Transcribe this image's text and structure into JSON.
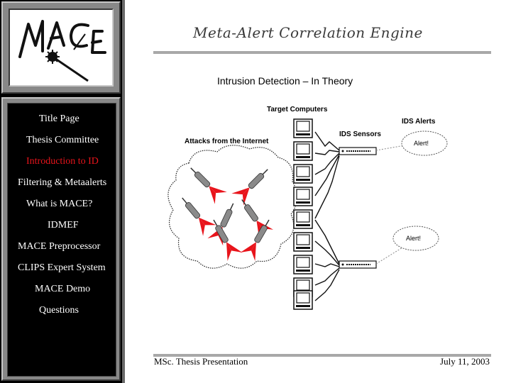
{
  "header": {
    "logo_text": "MACE",
    "title": "Meta-Alert Correlation Engine"
  },
  "slide": {
    "title": "Intrusion Detection – In Theory"
  },
  "sidebar": {
    "items": [
      {
        "label": "Title Page"
      },
      {
        "label": "Thesis Committee"
      },
      {
        "label": "Introduction to ID",
        "active": true
      },
      {
        "label": "Filtering & Metaalerts"
      },
      {
        "label": "What is MACE?"
      },
      {
        "label": "IDMEF"
      },
      {
        "label": "MACE Preprocessor"
      },
      {
        "label": "CLIPS Expert System"
      },
      {
        "label": "MACE Demo"
      },
      {
        "label": "Questions"
      }
    ]
  },
  "diagram": {
    "labels": {
      "target_computers": "Target Computers",
      "ids_alerts": "IDS Alerts",
      "ids_sensors": "IDS Sensors",
      "attacks": "Attacks from the Internet"
    },
    "alerts": [
      "Alert!",
      "Alert!"
    ],
    "computer_count": 9
  },
  "footer": {
    "left": "MSc. Thesis Presentation",
    "right": "July 11, 2003"
  },
  "colors": {
    "sidebar_bg": "#000000",
    "sidebar_frame": "#888888",
    "active_item": "#e8141b",
    "rule": "#a8a8a8",
    "dart_red": "#e8141b"
  }
}
